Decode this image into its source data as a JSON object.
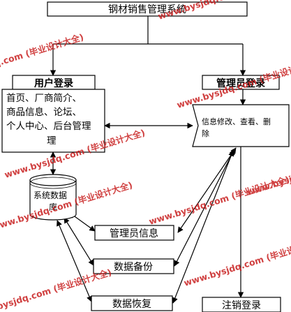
{
  "colors": {
    "line": "#000000",
    "box_fill": "#ffffff",
    "text": "#000000",
    "watermark": "#c81e1e"
  },
  "title_box": {
    "label": "钢材销售管理系统"
  },
  "user_login": {
    "label": "用户登录",
    "menu_lines": [
      "首页、厂商简介、",
      "商品信息、论坛、",
      "个人中心、后台管理",
      "理"
    ]
  },
  "admin_login": {
    "label": "管理员登录",
    "ops_lines": [
      "信息修改、查看、删",
      "除"
    ]
  },
  "database": {
    "lines": [
      "系统数据",
      "库"
    ]
  },
  "admin_info": {
    "label": "管理员信息"
  },
  "data_backup": {
    "label": "数据备份"
  },
  "data_restore": {
    "label": "数据恢复"
  },
  "logout": {
    "label": "注销登录"
  },
  "watermark": {
    "text": "www.bysjdq.com (毕业设计大全)"
  }
}
